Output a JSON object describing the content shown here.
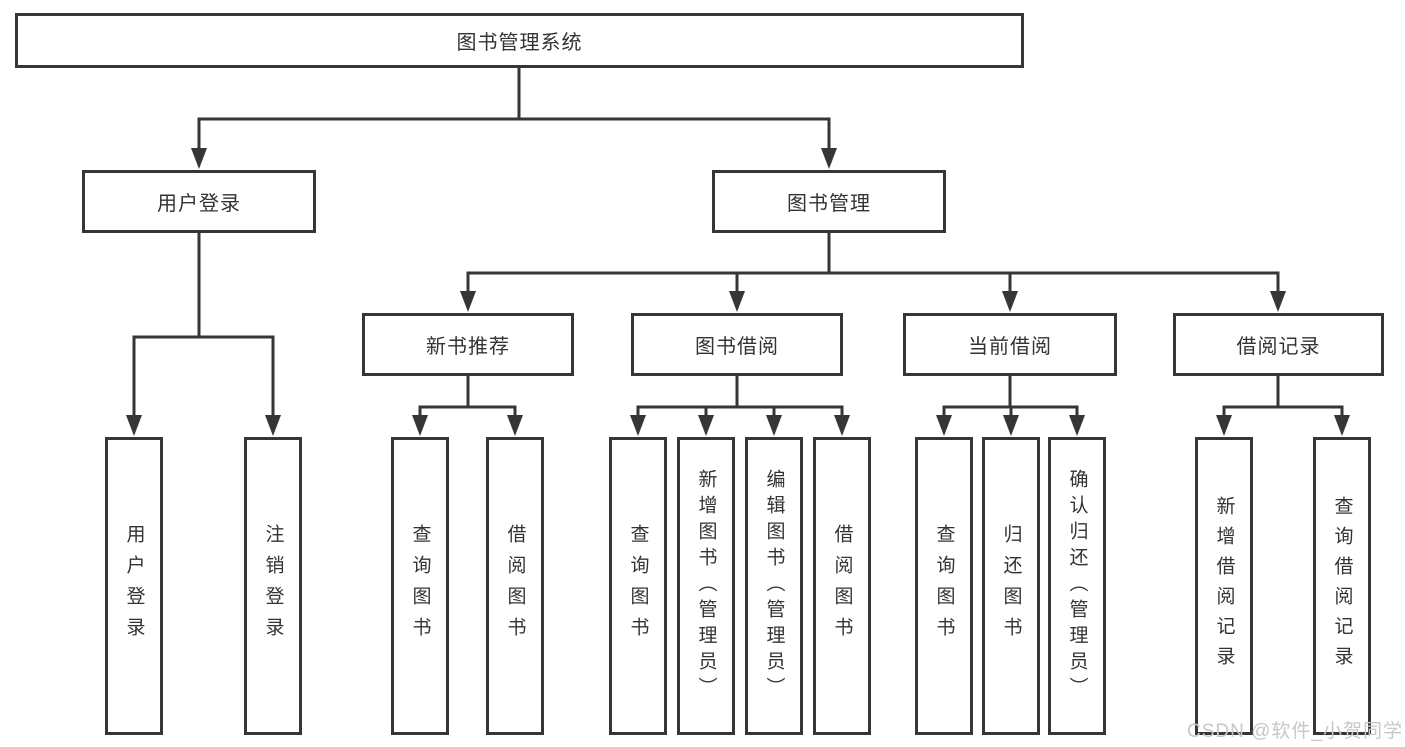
{
  "tree": {
    "root": {
      "label": "图书管理系统",
      "children": [
        {
          "label": "用户登录",
          "children": [
            {
              "label": "用户登录"
            },
            {
              "label": "注销登录"
            }
          ]
        },
        {
          "label": "图书管理",
          "children": [
            {
              "label": "新书推荐",
              "children": [
                {
                  "label": "查询图书"
                },
                {
                  "label": "借阅图书"
                }
              ]
            },
            {
              "label": "图书借阅",
              "children": [
                {
                  "label": "查询图书"
                },
                {
                  "label": "新增图书（管理员）"
                },
                {
                  "label": "编辑图书（管理员）"
                },
                {
                  "label": "借阅图书"
                }
              ]
            },
            {
              "label": "当前借阅",
              "children": [
                {
                  "label": "查询图书"
                },
                {
                  "label": "归还图书"
                },
                {
                  "label": "确认归还（管理员）"
                }
              ]
            },
            {
              "label": "借阅记录",
              "children": [
                {
                  "label": "新增借阅记录"
                },
                {
                  "label": "查询借阅记录"
                }
              ]
            }
          ]
        }
      ]
    }
  },
  "watermark": {
    "text": "CSDN @软件_小贺同学"
  },
  "colors": {
    "line": "#363636",
    "box_border": "#363636",
    "box_background": "#ffffff",
    "text": "#333333",
    "watermark": "#c8c8c8",
    "page_background": "#ffffff"
  }
}
